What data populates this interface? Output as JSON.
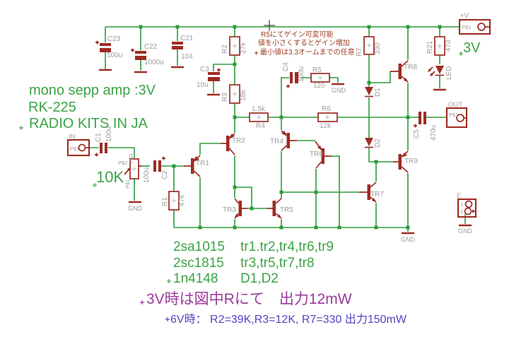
{
  "title": {
    "l1": "mono sepp amp  :3V",
    "l2": "RK-225",
    "l3": "RADIO KITS IN JA"
  },
  "notes": {
    "red1": "R5にてゲイン可変可能",
    "red2": "値を小さくするとゲイン増加",
    "red3": "最小値は3.3オームまでの任意",
    "purple": "3V時は図中Rにて　出力12mW",
    "blue": "6V時：  R2=39K,R3=12K, R7=330  出力150mW"
  },
  "parts": {
    "rows": [
      {
        "name": "2sa1015",
        "devices": "tr1.tr2,tr4,tr6,tr9"
      },
      {
        "name": "2sc1815",
        "devices": "tr3,tr5,tr7,tr8"
      },
      {
        "name": "1n4148",
        "devices": "D1,D2"
      }
    ]
  },
  "caps": {
    "c23": {
      "ref": "C23",
      "value": "100u"
    },
    "c22": {
      "ref": "C22",
      "value": "1000u"
    },
    "c21": {
      "ref": "C21",
      "value": "104"
    },
    "c3": {
      "ref": "C3",
      "value": "10u"
    },
    "c1": {
      "ref": "C1",
      "value": "100u"
    },
    "c2": {
      "ref": "C2",
      "value": "100u"
    },
    "c4": {
      "ref": "C4",
      "value": "100u"
    },
    "c5": {
      "ref": "C5",
      "value": "470u"
    }
  },
  "res": {
    "r1": {
      "ref": "R1",
      "value": "47k"
    },
    "r2": {
      "ref": "R2",
      "value": "27k"
    },
    "r3": {
      "ref": "R3",
      "value": "18k"
    },
    "r4": {
      "ref": "R4",
      "value": "1.5k"
    },
    "r5": {
      "ref": "R5",
      "value": "120"
    },
    "r6": {
      "ref": "R6",
      "value": "12k"
    },
    "r7": {
      "ref": "R7",
      "value": "330"
    },
    "r21": {
      "ref": "R21",
      "value": "470"
    }
  },
  "dio": {
    "d1": {
      "ref": "D1"
    },
    "d2": {
      "ref": "D2"
    },
    "led": {
      "ref": "LED"
    }
  },
  "tr": {
    "tr1": {
      "ref": "TR1"
    },
    "tr2": {
      "ref": "TR2"
    },
    "tr3": {
      "ref": "TR3"
    },
    "tr4": {
      "ref": "TR4"
    },
    "tr5": {
      "ref": "TR5"
    },
    "tr6": {
      "ref": "TR6"
    },
    "tr7": {
      "ref": "TR7"
    },
    "tr8": {
      "ref": "TR8"
    },
    "tr9": {
      "ref": "TR9"
    }
  },
  "pot": {
    "value": "10K",
    "p_top": "P$3",
    "p_wiper": "P$2",
    "p_bot": "P$1"
  },
  "conn": {
    "in": {
      "name": "IN",
      "pin": "P$1"
    },
    "out": {
      "name": "OUT",
      "pin": "P$1"
    },
    "vplus": {
      "name": "+V",
      "pin": "P$1",
      "voltage": "3V"
    },
    "e": {
      "name": "E",
      "p1": "1",
      "p2": "2"
    }
  },
  "labels": {
    "gnd": "GND"
  },
  "colors": {
    "wire_green": "#2E9B3D",
    "symbol_red": "#9E2B23",
    "label_gray": "#9C9C9C",
    "text_green": "#3BA346",
    "note_red": "#9C3B20",
    "note_purple": "#9B3A9B",
    "note_blue": "#5046C3"
  }
}
